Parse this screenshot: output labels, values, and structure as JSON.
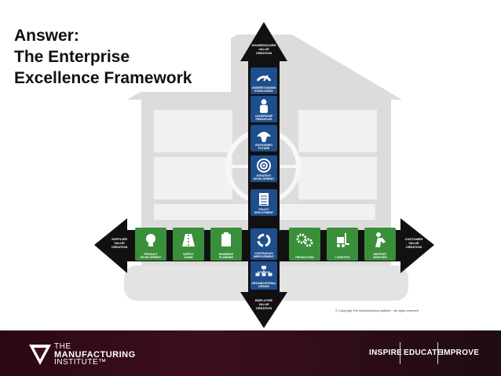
{
  "title_lines": [
    "Answer:",
    "The Enterprise",
    "Excellence Framework"
  ],
  "arrows": {
    "top": [
      "SHAREHOLDER",
      "VALUE",
      "CREATION"
    ],
    "bottom": [
      "EMPLOYEE",
      "VALUE",
      "CREATION"
    ],
    "left": [
      "SUPPLIER",
      "VALUE",
      "CREATION"
    ],
    "right": [
      "CUSTOMER",
      "VALUE",
      "CREATION"
    ]
  },
  "vertical_tiles": [
    {
      "lines": [
        "UNDERSTANDING",
        "EXCELLENCE"
      ],
      "icon": "gauge-icon"
    },
    {
      "lines": [
        "LEADERSHIP",
        "PRINCIPLES"
      ],
      "icon": "leader-icon"
    },
    {
      "lines": [
        "ENVISIONED",
        "FUTURE"
      ],
      "icon": "hand-icon"
    },
    {
      "lines": [
        "STRATEGY",
        "DEVELOPMENT"
      ],
      "icon": "target-icon"
    },
    {
      "lines": [
        "POLICY",
        "DEPLOYMENT"
      ],
      "icon": "document-icon"
    }
  ],
  "center_tile": {
    "lines": [
      "CONTINUOUS",
      "IMPROVEMENT"
    ],
    "icon": "cycle-icon"
  },
  "bottom_tile": {
    "lines": [
      "ORGANIZATIONAL",
      "DESIGN"
    ],
    "icon": "org-chart-icon"
  },
  "horizontal_tiles": [
    {
      "lines": [
        "PRODUCT",
        "DEVELOPMENT"
      ],
      "icon": "lightbulb-icon"
    },
    {
      "lines": [
        "SUPPLY",
        "CHAIN"
      ],
      "icon": "road-icon"
    },
    {
      "lines": [
        "BUSINESS",
        "PLANNING"
      ],
      "icon": "clipboard-icon"
    },
    {
      "lines": [
        "PRODUCTION"
      ],
      "icon": "gears-icon"
    },
    {
      "lines": [
        "LOGISTICS"
      ],
      "icon": "forklift-icon"
    },
    {
      "lines": [
        "SUPPORT",
        "SERVICES"
      ],
      "icon": "worker-icon"
    }
  ],
  "copyright": "© Copyright The Manufacturing Institute · all rights reserved",
  "footer": {
    "logo_lines": [
      "THE",
      "MANUFACTURING",
      "INSTITUTE™"
    ],
    "taglines": [
      "INSPIRE",
      "EDUCATE",
      "IMPROVE"
    ]
  },
  "colors": {
    "blue": "#1f4e8c",
    "green": "#3a8f3a",
    "house_gray": "#d9d9d9",
    "footer": "#3d0f1c"
  }
}
